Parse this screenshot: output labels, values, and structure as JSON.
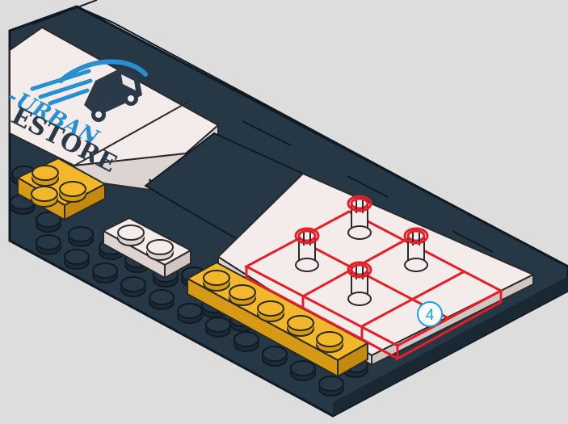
{
  "instruction": {
    "step_callout": "4",
    "logo_text_top": "URBAN",
    "logo_text_bottom": "ESTORE",
    "logo_dash": "-"
  },
  "colors": {
    "background": "#dddddd",
    "baseplate": "#263746",
    "baseplate_outline": "#0f1a22",
    "tile_white": "#f4ecea",
    "brick_yellow": "#f3b72b",
    "highlight_red": "#e0202a",
    "callout_blue": "#1aa0e0",
    "logo_blue": "#2a8fd0",
    "logo_dark": "#2b3a48"
  },
  "icons": {
    "van": "delivery-van-icon",
    "callout": "step-number-circle"
  }
}
